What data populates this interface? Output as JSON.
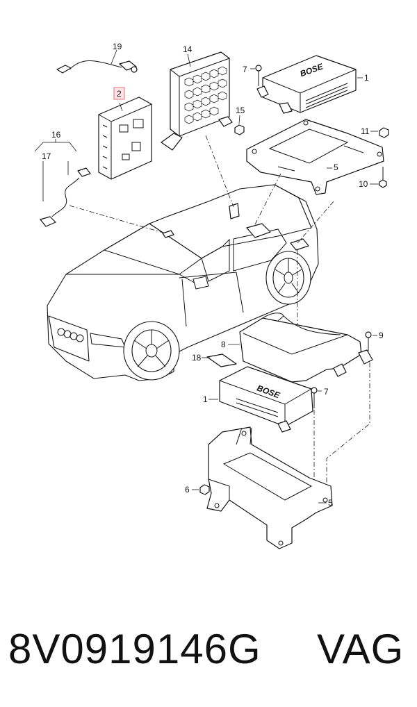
{
  "diagram": {
    "callouts": {
      "n1a": "1",
      "n1b": "1",
      "n2": "2",
      "n5a": "5",
      "n5b": "5",
      "n6": "6",
      "n7a": "7",
      "n7b": "7",
      "n8": "8",
      "n9": "9",
      "n10": "10",
      "n11": "11",
      "n14": "14",
      "n15": "15",
      "n16": "16",
      "n17": "17",
      "n18": "18",
      "n19": "19"
    },
    "amp_logo_text": "BOSE",
    "highlighted_part": "2"
  },
  "caption": {
    "part_number": "8V0919146G",
    "brand": "VAG"
  }
}
